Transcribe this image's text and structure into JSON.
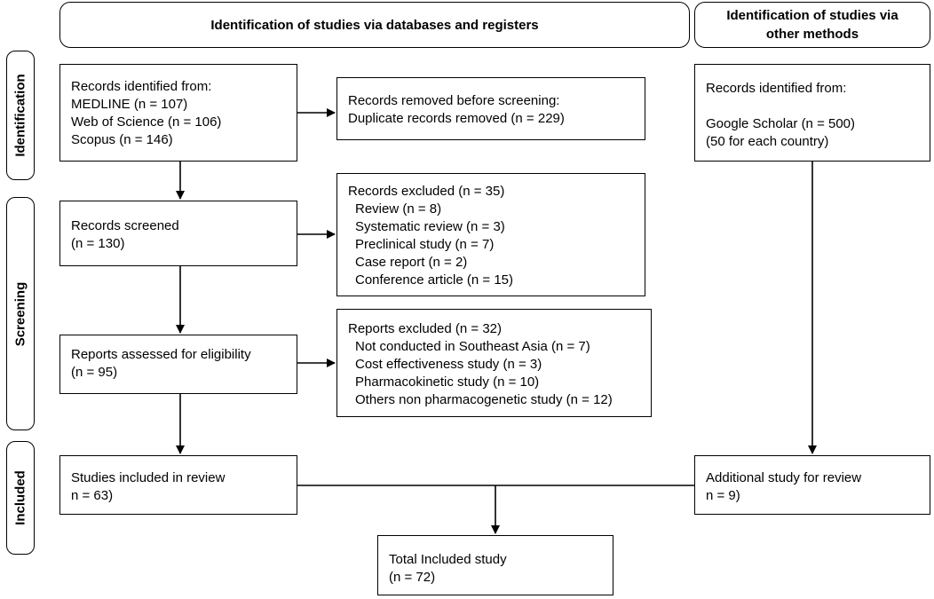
{
  "headers": {
    "databases": "Identification of studies via databases and registers",
    "other_line1": "Identification of studies via",
    "other_line2": "other methods"
  },
  "phases": {
    "identification": "Identification",
    "screening": "Screening",
    "included": "Included"
  },
  "records_identified": {
    "title": "Records identified from:",
    "medline": "MEDLINE (n = 107)",
    "wos": "Web of Science (n = 106)",
    "scopus": "Scopus (n = 146)"
  },
  "records_removed": {
    "title": "Records removed before screening:",
    "duplicates": "Duplicate records removed (n = 229)"
  },
  "records_screened": {
    "title": "Records screened",
    "count": "(n = 130)"
  },
  "records_excluded": {
    "title": "Records excluded (n = 35)",
    "items": [
      "Review (n = 8)",
      "Systematic review (n = 3)",
      "Preclinical study (n = 7)",
      "Case report (n = 2)",
      "Conference article (n = 15)"
    ]
  },
  "reports_assessed": {
    "title": "Reports assessed for eligibility",
    "count": "(n = 95)"
  },
  "reports_excluded": {
    "title": "Reports excluded (n = 32)",
    "items": [
      "Not conducted in Southeast Asia (n = 7)",
      "Cost effectiveness study (n = 3)",
      "Pharmacokinetic study (n = 10)",
      "Others non pharmacogenetic study (n = 12)"
    ]
  },
  "studies_included": {
    "title": "Studies included in review",
    "count": "n = 63)"
  },
  "other_identified": {
    "title": "Records identified from:",
    "google": "Google Scholar (n = 500)",
    "note": "(50 for each country)"
  },
  "additional_study": {
    "title": "Additional study for review",
    "count": "n = 9)"
  },
  "total_included": {
    "title": "Total Included study",
    "count": "(n = 72)"
  }
}
